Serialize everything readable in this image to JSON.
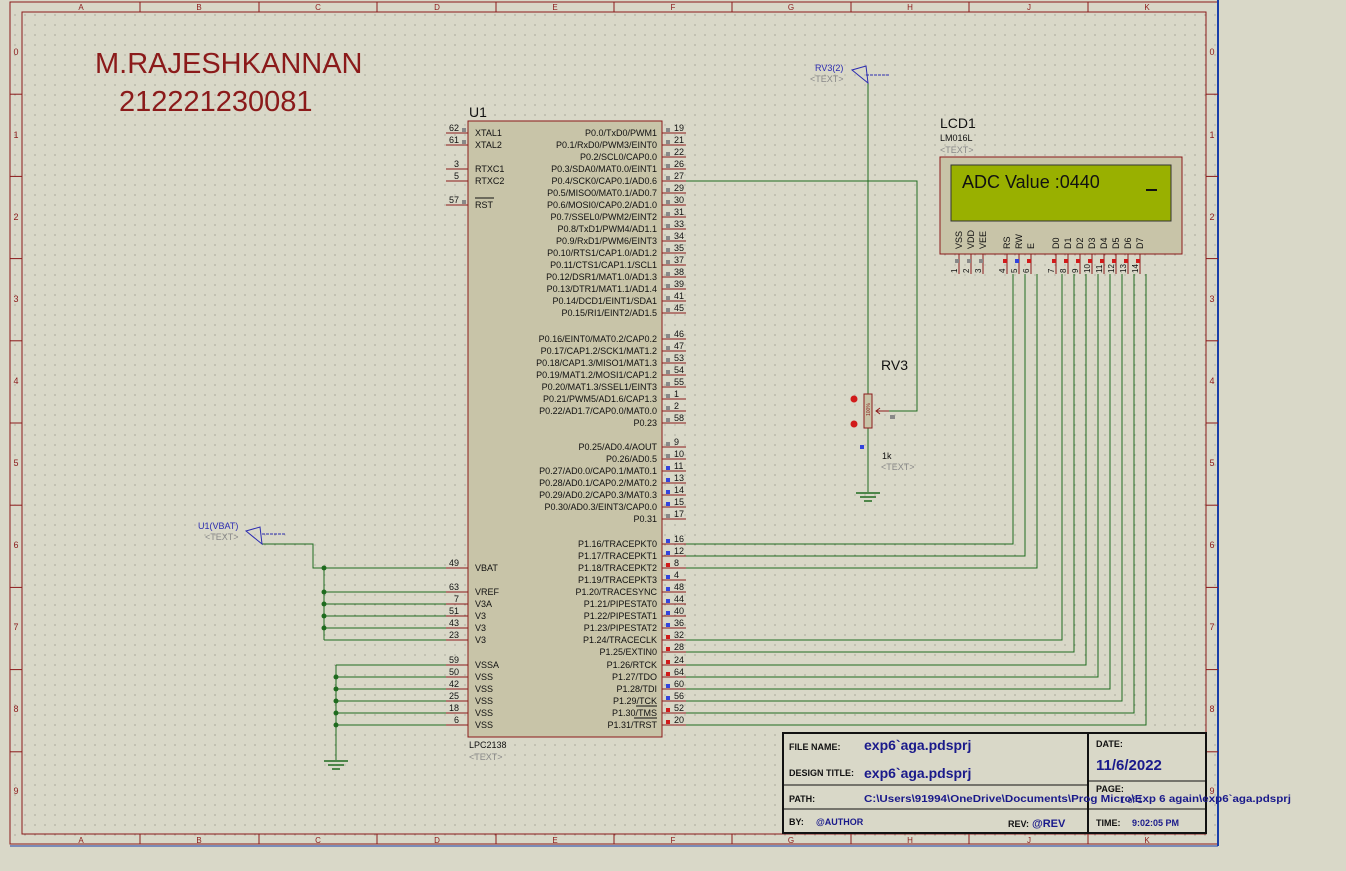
{
  "grid": {
    "columns": [
      "A",
      "B",
      "C",
      "D",
      "E",
      "F",
      "G",
      "H",
      "J",
      "K"
    ],
    "rows": [
      "0",
      "1",
      "2",
      "3",
      "4",
      "5",
      "6",
      "7",
      "8",
      "9"
    ]
  },
  "author": {
    "name": "M.RAJESHKANNAN",
    "reg_no": "212221230081"
  },
  "mcu": {
    "ref": "U1",
    "part": "LPC2138",
    "text_tag": "<TEXT>",
    "left_pins": [
      {
        "num": "62",
        "name": "XTAL1"
      },
      {
        "num": "61",
        "name": "XTAL2"
      },
      {
        "num": "3",
        "name": "RTXC1"
      },
      {
        "num": "5",
        "name": "RTXC2"
      },
      {
        "num": "57",
        "name": "RST"
      },
      {
        "num": "49",
        "name": "VBAT"
      },
      {
        "num": "63",
        "name": "VREF"
      },
      {
        "num": "7",
        "name": "V3A"
      },
      {
        "num": "51",
        "name": "V3"
      },
      {
        "num": "43",
        "name": "V3"
      },
      {
        "num": "23",
        "name": "V3"
      },
      {
        "num": "59",
        "name": "VSSA"
      },
      {
        "num": "50",
        "name": "VSS"
      },
      {
        "num": "42",
        "name": "VSS"
      },
      {
        "num": "25",
        "name": "VSS"
      },
      {
        "num": "18",
        "name": "VSS"
      },
      {
        "num": "6",
        "name": "VSS"
      }
    ],
    "right_pins": [
      {
        "num": "19",
        "name": "P0.0/TxD0/PWM1"
      },
      {
        "num": "21",
        "name": "P0.1/RxD0/PWM3/EINT0"
      },
      {
        "num": "22",
        "name": "P0.2/SCL0/CAP0.0"
      },
      {
        "num": "26",
        "name": "P0.3/SDA0/MAT0.0/EINT1"
      },
      {
        "num": "27",
        "name": "P0.4/SCK0/CAP0.1/AD0.6"
      },
      {
        "num": "29",
        "name": "P0.5/MISO0/MAT0.1/AD0.7"
      },
      {
        "num": "30",
        "name": "P0.6/MOSI0/CAP0.2/AD1.0"
      },
      {
        "num": "31",
        "name": "P0.7/SSEL0/PWM2/EINT2"
      },
      {
        "num": "33",
        "name": "P0.8/TxD1/PWM4/AD1.1"
      },
      {
        "num": "34",
        "name": "P0.9/RxD1/PWM6/EINT3"
      },
      {
        "num": "35",
        "name": "P0.10/RTS1/CAP1.0/AD1.2"
      },
      {
        "num": "37",
        "name": "P0.11/CTS1/CAP1.1/SCL1"
      },
      {
        "num": "38",
        "name": "P0.12/DSR1/MAT1.0/AD1.3"
      },
      {
        "num": "39",
        "name": "P0.13/DTR1/MAT1.1/AD1.4"
      },
      {
        "num": "41",
        "name": "P0.14/DCD1/EINT1/SDA1"
      },
      {
        "num": "45",
        "name": "P0.15/RI1/EINT2/AD1.5"
      },
      {
        "num": "46",
        "name": "P0.16/EINT0/MAT0.2/CAP0.2"
      },
      {
        "num": "47",
        "name": "P0.17/CAP1.2/SCK1/MAT1.2"
      },
      {
        "num": "53",
        "name": "P0.18/CAP1.3/MISO1/MAT1.3"
      },
      {
        "num": "54",
        "name": "P0.19/MAT1.2/MOSI1/CAP1.2"
      },
      {
        "num": "55",
        "name": "P0.20/MAT1.3/SSEL1/EINT3"
      },
      {
        "num": "1",
        "name": "P0.21/PWM5/AD1.6/CAP1.3"
      },
      {
        "num": "2",
        "name": "P0.22/AD1.7/CAP0.0/MAT0.0"
      },
      {
        "num": "58",
        "name": "P0.23"
      },
      {
        "num": "9",
        "name": "P0.25/AD0.4/AOUT"
      },
      {
        "num": "10",
        "name": "P0.26/AD0.5"
      },
      {
        "num": "11",
        "name": "P0.27/AD0.0/CAP0.1/MAT0.1"
      },
      {
        "num": "13",
        "name": "P0.28/AD0.1/CAP0.2/MAT0.2"
      },
      {
        "num": "14",
        "name": "P0.29/AD0.2/CAP0.3/MAT0.3"
      },
      {
        "num": "15",
        "name": "P0.30/AD0.3/EINT3/CAP0.0"
      },
      {
        "num": "17",
        "name": "P0.31"
      },
      {
        "num": "16",
        "name": "P1.16/TRACEPKT0"
      },
      {
        "num": "12",
        "name": "P1.17/TRACEPKT1"
      },
      {
        "num": "8",
        "name": "P1.18/TRACEPKT2"
      },
      {
        "num": "4",
        "name": "P1.19/TRACEPKT3"
      },
      {
        "num": "48",
        "name": "P1.20/TRACESYNC"
      },
      {
        "num": "44",
        "name": "P1.21/PIPESTAT0"
      },
      {
        "num": "40",
        "name": "P1.22/PIPESTAT1"
      },
      {
        "num": "36",
        "name": "P1.23/PIPESTAT2"
      },
      {
        "num": "32",
        "name": "P1.24/TRACECLK"
      },
      {
        "num": "28",
        "name": "P1.25/EXTIN0"
      },
      {
        "num": "24",
        "name": "P1.26/RTCK"
      },
      {
        "num": "64",
        "name": "P1.27/TDO"
      },
      {
        "num": "60",
        "name": "P1.28/TDI"
      },
      {
        "num": "56",
        "name": "P1.29/TCK"
      },
      {
        "num": "52",
        "name": "P1.30/TMS"
      },
      {
        "num": "20",
        "name": "P1.31/TRST"
      }
    ]
  },
  "lcd": {
    "ref": "LCD1",
    "part": "LM016L",
    "text_tag": "<TEXT>",
    "display_text": "ADC Value :0440",
    "pins": [
      {
        "num": "1",
        "name": "VSS"
      },
      {
        "num": "2",
        "name": "VDD"
      },
      {
        "num": "3",
        "name": "VEE"
      },
      {
        "num": "4",
        "name": "RS"
      },
      {
        "num": "5",
        "name": "RW"
      },
      {
        "num": "6",
        "name": "E"
      },
      {
        "num": "7",
        "name": "D0"
      },
      {
        "num": "8",
        "name": "D1"
      },
      {
        "num": "9",
        "name": "D2"
      },
      {
        "num": "10",
        "name": "D3"
      },
      {
        "num": "11",
        "name": "D4"
      },
      {
        "num": "12",
        "name": "D5"
      },
      {
        "num": "13",
        "name": "D6"
      },
      {
        "num": "14",
        "name": "D7"
      }
    ]
  },
  "pot": {
    "ref": "RV3",
    "value": "1k",
    "text_tag": "<TEXT>",
    "probe_label": "RV3(2)",
    "probe_text": "<TEXT>",
    "body_label": "100%"
  },
  "vbat_probe": {
    "label": "U1(VBAT)",
    "text": "<TEXT>"
  },
  "title_block": {
    "file_name_label": "FILE NAME:",
    "file_name": "exp6`aga.pdsprj",
    "design_title_label": "DESIGN TITLE:",
    "design_title": "exp6`aga.pdsprj",
    "path_label": "PATH:",
    "path": "C:\\Users\\91994\\OneDrive\\Documents\\Prog Micro\\Exp 6 again\\exp6`aga.pdsprj",
    "by_label": "BY:",
    "by": "@AUTHOR",
    "rev_label": "REV:",
    "rev": "@REV",
    "date_label": "DATE:",
    "date": "11/6/2022",
    "page_label": "PAGE:",
    "page": "1 of 1",
    "time_label": "TIME:",
    "time": "9:02:05 PM"
  },
  "colors": {
    "background": "#d9d8c8",
    "wire": "#1f6b1f",
    "component_outline": "#8b1a1a",
    "component_fill": "#c8c4a8",
    "lcd_fill": "#99b000",
    "lcd_bezel": "#c8c4a8",
    "author_text": "#8b1a1a",
    "probe_blue": "#2b2bb0",
    "pin_red": "#d11b1b",
    "pin_blue": "#3344dd",
    "pin_gray": "#888888"
  }
}
